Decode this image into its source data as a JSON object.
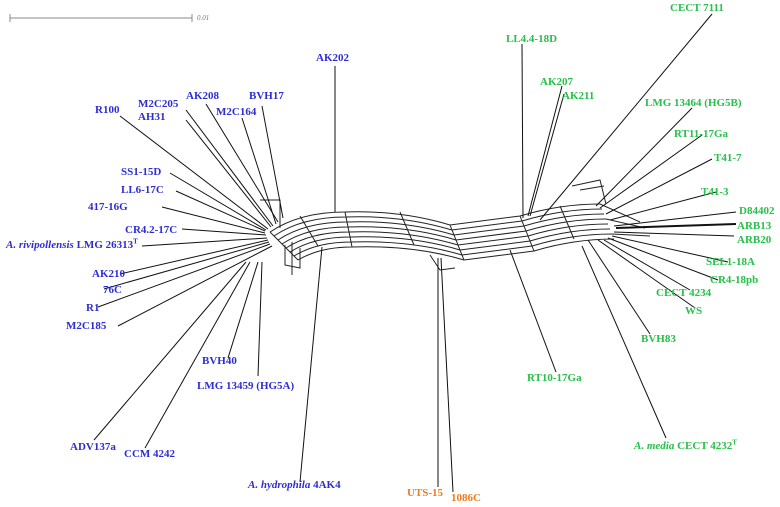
{
  "scale_bar": {
    "value": "0.01"
  },
  "colors": {
    "group_a": "#2d2dd6",
    "group_b": "#27c04a",
    "group_c": "#f07a1a"
  },
  "labels": {
    "ak202": "AK202",
    "bvh17": "BVH17",
    "ak208": "AK208",
    "m2c205": "M2C205",
    "ah31": "AH31",
    "m2c164": "M2C164",
    "r100": "R100",
    "ss1_15d": "SS1-15D",
    "ll6_17c": "LL6-17C",
    "s417_16g": "417-16G",
    "cr42_17c": "CR4.2-17C",
    "rivipollensis_species": "A. rivipollensis",
    "rivipollensis_strain": "LMG 26313",
    "type_mark": "T",
    "ak210": "AK210",
    "s76c": "76C",
    "r1": "R1",
    "m2c185": "M2C185",
    "bvh40": "BVH40",
    "lmg13459": "LMG 13459 (HG5A)",
    "adv137a": "ADV137a",
    "ccm4242": "CCM 4242",
    "hydrophila_species": "A. hydrophila",
    "hydrophila_strain": "4AK4",
    "uts15": "UTS-15",
    "s1086c": "1086C",
    "cect7111": "CECT 7111",
    "ll44_18d": "LL4.4-18D",
    "ak207": "AK207",
    "ak211": "AK211",
    "lmg13464": "LMG 13464 (HG5B)",
    "rt11_17ga": "RT11-17Ga",
    "t41_7": "T41-7",
    "t41_3": "T41-3",
    "d84402": "D84402",
    "arb13": "ARB13",
    "arb20": "ARB20",
    "sel1_18a": "SEL1-18A",
    "cr4_18pb": "CR4-18pb",
    "cect4234": "CECT 4234",
    "ws": "WS",
    "bvh83": "BVH83",
    "rt10_17ga": "RT10-17Ga",
    "media_species": "A. media",
    "media_strain": "CECT 4232"
  }
}
